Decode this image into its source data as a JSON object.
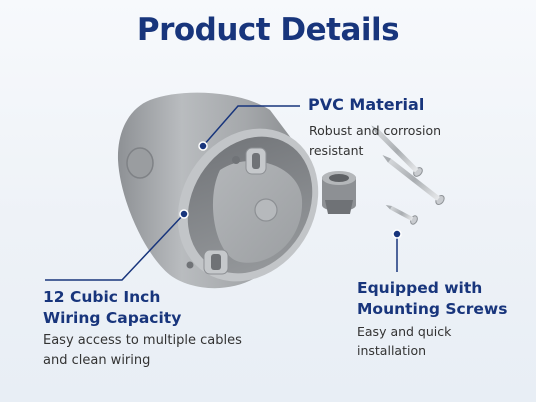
{
  "title": "Product Details",
  "features": {
    "pvc": {
      "title": "PVC Material",
      "desc_line1": "Robust and corrosion",
      "desc_line2": "resistant"
    },
    "capacity": {
      "title_line1": "12 Cubic Inch",
      "title_line2": "Wiring Capacity",
      "desc_line1": "Easy access to multiple cables",
      "desc_line2": "and clean wiring"
    },
    "screws": {
      "title_line1": "Equipped with",
      "title_line2": "Mounting Screws",
      "desc_line1": "Easy and quick",
      "desc_line2": "installation"
    }
  },
  "colors": {
    "heading": "#18357c",
    "body_text": "#333333",
    "pvc_gray": "#a9acaf"
  }
}
